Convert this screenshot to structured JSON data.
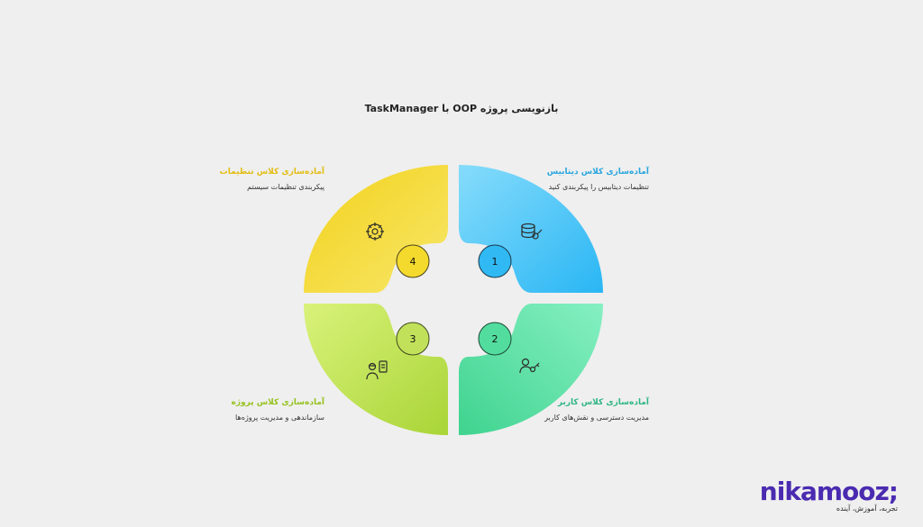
{
  "title": "بازنویسی پروژه OOP با TaskManager",
  "quadrants": [
    {
      "number": "1",
      "heading": "آماده‌سازی کلاس دیتابیس",
      "description": "تنظیمات دیتابیس را پیکربندی کنید",
      "color": "#4cc8f7",
      "heading_color": "#2aa6de",
      "icon": "database-icon"
    },
    {
      "number": "2",
      "heading": "آماده‌سازی کلاس کاربر",
      "description": "مدیریت دسترسی و نقش‌های کاربر",
      "color": "#5ee3a6",
      "heading_color": "#2fb685",
      "icon": "user-key-icon"
    },
    {
      "number": "3",
      "heading": "آماده‌سازی کلاس پروژه",
      "description": "سازماندهی و مدیریت پروژه‌ها",
      "color": "#c6e65a",
      "heading_color": "#96c21f",
      "icon": "project-worker-icon"
    },
    {
      "number": "4",
      "heading": "آماده‌سازی کلاس تنظیمات",
      "description": "پیکربندی تنظیمات سیستم",
      "color": "#f6dc3c",
      "heading_color": "#e3bd13",
      "icon": "gear-settings-icon"
    }
  ],
  "brand": {
    "name": "nikamooz;",
    "tagline": "تجربه، آموزش، آینده",
    "color": "#4a2bb0"
  }
}
